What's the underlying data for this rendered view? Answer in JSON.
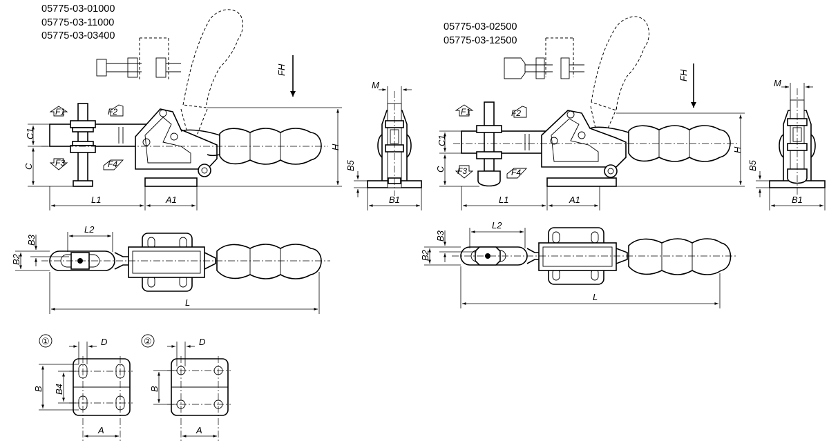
{
  "part_numbers": {
    "left": [
      "05775-03-01000",
      "05775-03-11000",
      "05775-03-03400"
    ],
    "right": [
      "05775-03-02500",
      "05775-03-12500"
    ]
  },
  "dims": {
    "L1": "L1",
    "A1": "A1",
    "H": "H",
    "C1": "C1",
    "C": "C",
    "B5": "B5",
    "B1": "B1",
    "M": "M",
    "FH": "FH",
    "L2": "L2",
    "B2": "B2",
    "B3": "B3",
    "L": "L",
    "B": "B",
    "B4": "B4",
    "D": "D",
    "A": "A"
  },
  "forces": {
    "F1": "F1",
    "F2": "F2",
    "F3": "F3",
    "F4": "F4"
  },
  "variants": {
    "v1": "①",
    "v2": "②"
  }
}
